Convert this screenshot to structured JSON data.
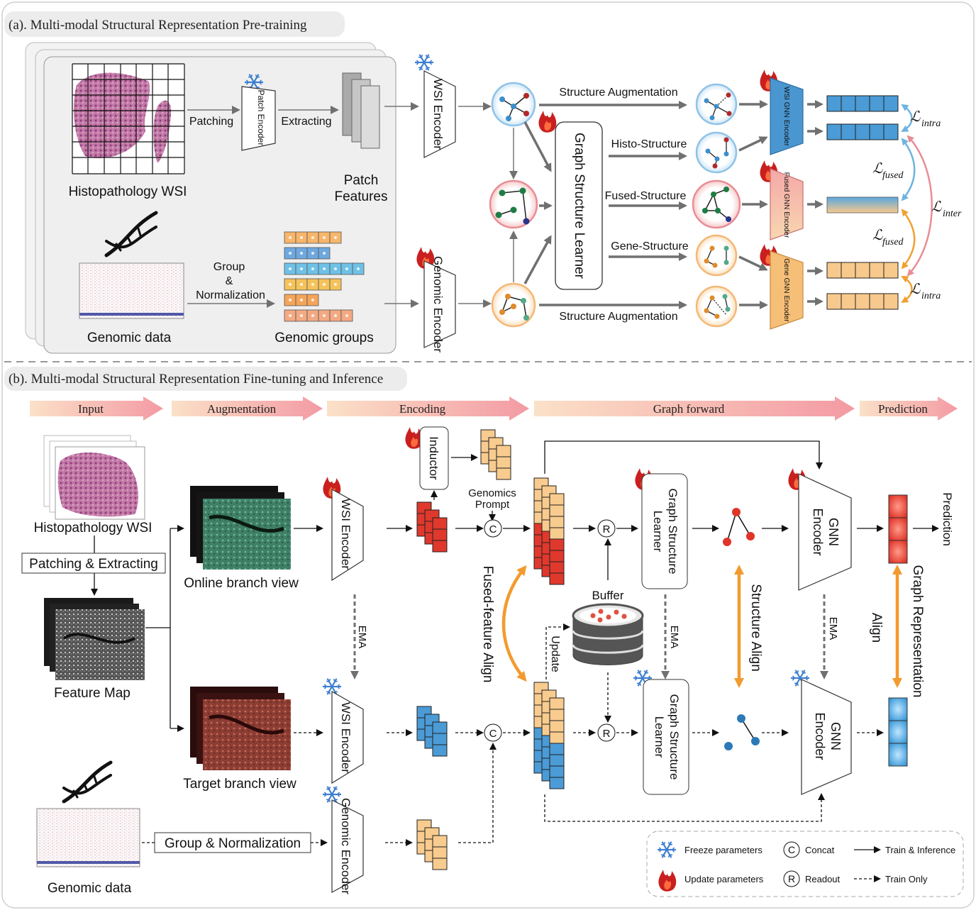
{
  "section_a": {
    "title": "(a). Multi-modal Structural Representation Pre-training",
    "histopathology_label": "Histopathology WSI",
    "patching_label": "Patching",
    "patch_encoder_label": "Patch Encoder",
    "extracting_label": "Extracting",
    "patch_features_line1": "Patch",
    "patch_features_line2": "Features",
    "wsi_encoder_label": "WSI Encoder",
    "genomic_encoder_label": "Genomic Encoder",
    "genomic_data_label": "Genomic data",
    "group_line1": "Group",
    "group_line2": "&",
    "group_line3": "Normalization",
    "genomic_groups_label": "Genomic groups",
    "gsl_label": "Graph Structure Learner",
    "structure_aug_top": "Structure Augmentation",
    "histo_structure": "Histo-Structure",
    "fused_structure": "Fused-Structure",
    "gene_structure": "Gene-Structure",
    "structure_aug_bottom": "Structure Augmentation",
    "wsi_gnn_encoder": "WSI GNN Encoder",
    "fused_gnn_encoder": "Fused GNN Encoder",
    "gene_gnn_encoder": "Gene GNN Encoder",
    "loss_symbol": "ℒ",
    "loss_intra": "intra",
    "loss_fused": "fused",
    "loss_inter": "inter"
  },
  "section_b": {
    "title": "(b). Multi-modal Structural Representation Fine-tuning and Inference",
    "stages": [
      "Input",
      "Augmentation",
      "Encoding",
      "Graph forward",
      "Prediction"
    ],
    "histopathology_label": "Histopathology WSI",
    "patching_extracting": "Patching & Extracting",
    "feature_map_label": "Feature Map",
    "online_view": "Online branch view",
    "target_view": "Target branch view",
    "genomic_data_label": "Genomic data",
    "group_norm": "Group & Normalization",
    "wsi_encoder_label": "WSI Encoder",
    "genomic_encoder_label": "Genomic Encoder",
    "inductor_label": "Inductor",
    "genomics_prompt_line1": "Genomics",
    "genomics_prompt_line2": "Prompt",
    "concat_symbol": "C",
    "readout_symbol": "R",
    "buffer_label": "Buffer",
    "update_label": "Update",
    "fused_feature_align": "Fused-feature Align",
    "gsl_line1": "Graph Structure",
    "gsl_line2": "Learner",
    "structure_align": "Structure Align",
    "gnn_line1": "GNN",
    "gnn_line2": "Encoder",
    "ema_label": "EMA",
    "prediction_label": "Prediction",
    "graph_rep_line1": "Graph Representation",
    "graph_rep_line2": "Align"
  },
  "legend": {
    "freeze": "Freeze parameters",
    "update": "Update parameters",
    "concat": "Concat",
    "readout": "Readout",
    "train_inference": "Train & Inference",
    "train_only": "Train Only"
  },
  "colors": {
    "wsi_blue": "#3d8fca",
    "fused_pink": "#f2b8a8",
    "gene_orange": "#f6c47c",
    "red_feature": "#e0382c",
    "blue_feature": "#4a9bd6",
    "orange_feature": "#f8cb8e",
    "arrow_orange": "#f39a2e",
    "arrow_gray": "#707070",
    "stage_arrow": "#f4a9a2"
  }
}
